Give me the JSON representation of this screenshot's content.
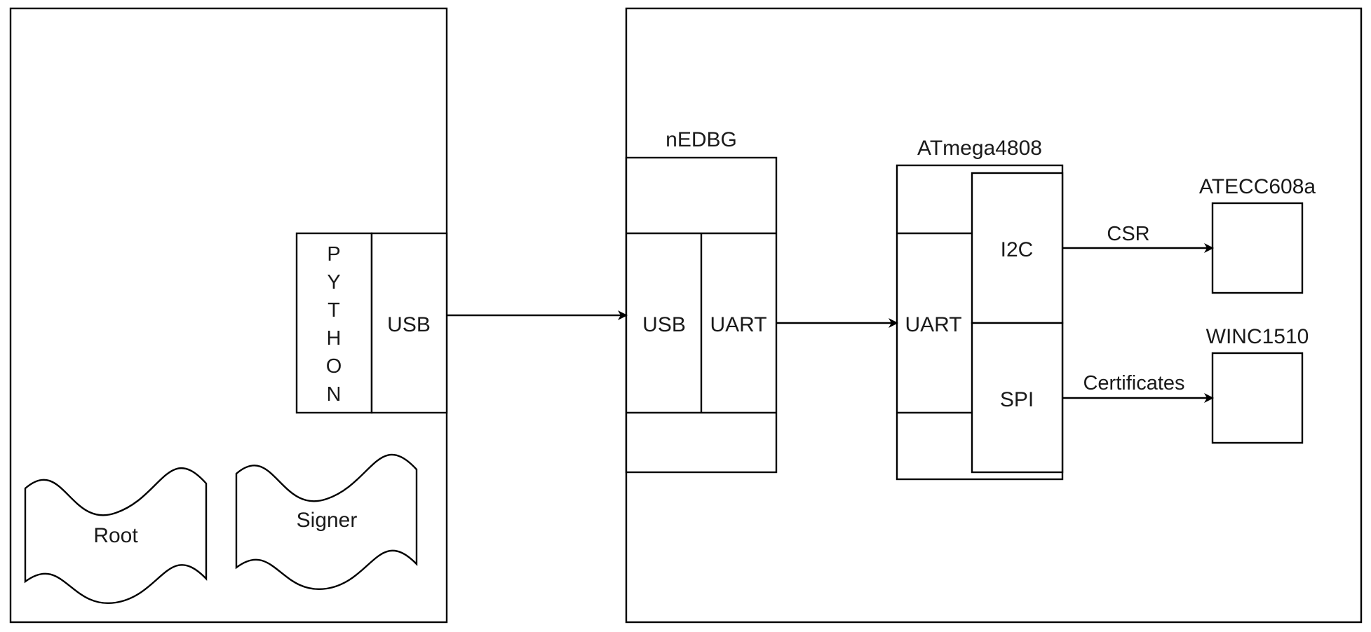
{
  "host": {
    "python_label": "PYTHON",
    "usb_label": "USB",
    "documents": {
      "root": "Root",
      "signer": "Signer"
    }
  },
  "board": {
    "nedbg": {
      "title": "nEDBG",
      "usb_label": "USB",
      "uart_label": "UART"
    },
    "mcu": {
      "title": "ATmega4808",
      "uart_label": "UART",
      "i2c_label": "I2C",
      "spi_label": "SPI"
    },
    "secure_element": {
      "title": "ATECC608a"
    },
    "wifi": {
      "title": "WINC1510"
    },
    "links": {
      "i2c_to_secure": "CSR",
      "spi_to_wifi": "Certificates"
    }
  }
}
